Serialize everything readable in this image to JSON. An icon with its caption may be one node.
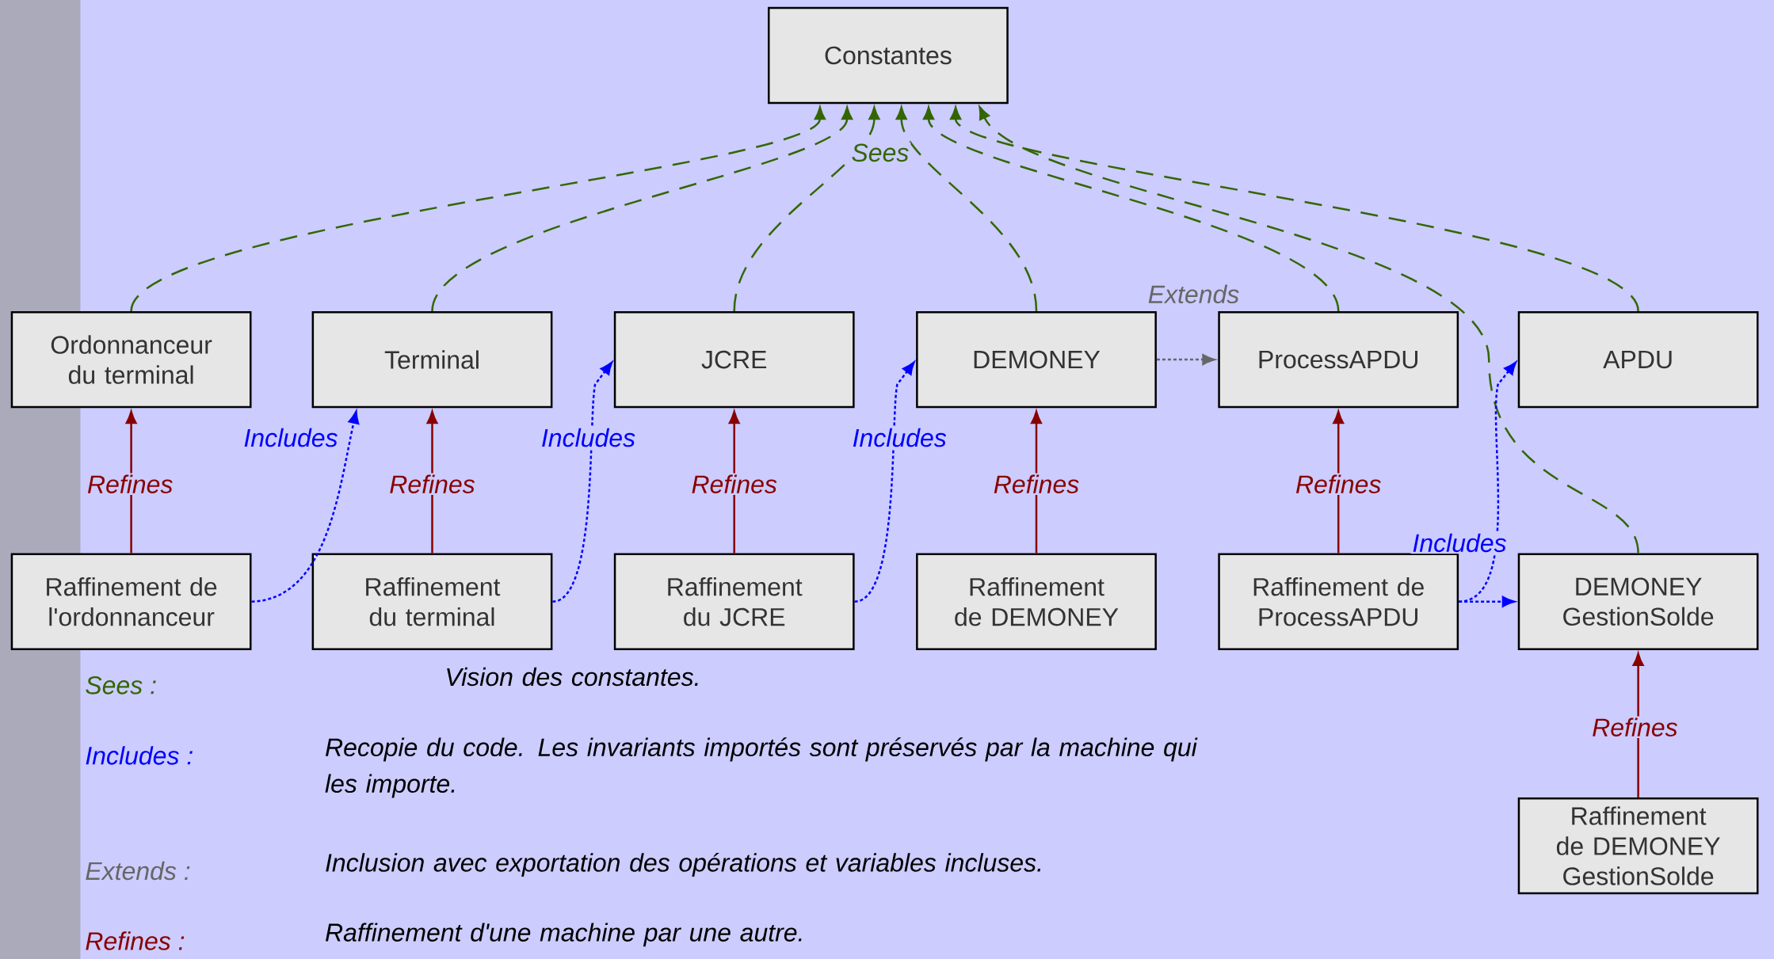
{
  "diagram": {
    "nodes": [
      {
        "text": [
          "Constantes"
        ]
      },
      {
        "text": [
          "Ordonnanceur du terminal"
        ]
      },
      {
        "text": [
          "Terminal"
        ]
      },
      {
        "text": [
          "JCRE"
        ]
      },
      {
        "text": [
          "DEMONEY"
        ]
      },
      {
        "text": [
          "ProcessAPDU"
        ]
      },
      {
        "text": [
          "APDU"
        ]
      },
      {
        "text": [
          "Raffinement de l'ordonnanceur"
        ]
      },
      {
        "text": [
          "Raffinement du terminal"
        ]
      },
      {
        "text": [
          "Raffinement du JCRE"
        ]
      },
      {
        "text": [
          "Raffinement de DEMONEY"
        ]
      },
      {
        "text": [
          "Raffinement de ProcessAPDU"
        ]
      },
      {
        "text": [
          "DEMONEY GestionSolde"
        ]
      },
      {
        "text": [
          "Raffinement de DEMONEY GestionSolde"
        ]
      }
    ],
    "edges": [
      {
        "from": 1,
        "to": 0,
        "arrow": "to",
        "style": "dashed",
        "color": "#336600"
      },
      {
        "from": 2,
        "to": 0,
        "arrow": "to",
        "style": "dashed",
        "color": "#336600"
      },
      {
        "from": 3,
        "to": 0,
        "arrow": "to",
        "style": "dashed",
        "color": "#336600"
      },
      {
        "from": 4,
        "to": 0,
        "arrow": "to",
        "style": "dashed",
        "color": "#336600",
        "label": "Sees"
      },
      {
        "from": 5,
        "to": 0,
        "arrow": "to",
        "style": "dashed",
        "color": "#336600"
      },
      {
        "from": 6,
        "to": 0,
        "arrow": "to",
        "style": "dashed",
        "color": "#336600"
      },
      {
        "from": 12,
        "to": 0,
        "arrow": "to",
        "style": "dashed",
        "color": "#336600"
      },
      {
        "from": 4,
        "to": 5,
        "arrow": "to",
        "style": "dashed",
        "color": "#666666",
        "label": "Extends"
      },
      {
        "from": 7,
        "to": 1,
        "arrow": "to",
        "color": "#880000",
        "label": "Refines"
      },
      {
        "from": 8,
        "to": 2,
        "arrow": "to",
        "color": "#880000",
        "label": "Refines"
      },
      {
        "from": 9,
        "to": 3,
        "arrow": "to",
        "color": "#880000",
        "label": "Refines"
      },
      {
        "from": 10,
        "to": 4,
        "arrow": "to",
        "color": "#880000",
        "label": "Refines"
      },
      {
        "from": 11,
        "to": 5,
        "arrow": "to",
        "color": "#880000",
        "label": "Refines"
      },
      {
        "from": 13,
        "to": 12,
        "arrow": "to",
        "color": "#880000",
        "label": "Refines"
      },
      {
        "from": 7,
        "to": 2,
        "arrow": "to",
        "style": "dashed",
        "color": "#0000ff",
        "label": "Includes"
      },
      {
        "from": 8,
        "to": 3,
        "arrow": "to",
        "style": "dashed",
        "color": "#0000ff",
        "label": "Includes"
      },
      {
        "from": 9,
        "to": 4,
        "arrow": "to",
        "style": "dashed",
        "color": "#0000ff",
        "label": "Includes"
      },
      {
        "from": 11,
        "to": 6,
        "arrow": "to",
        "style": "dashed",
        "color": "#0000ff",
        "label": "Includes"
      },
      {
        "from": 11,
        "to": 12,
        "arrow": "to",
        "style": "dashed",
        "color": "#0000ff"
      }
    ],
    "labels": [
      "Sees :",
      "Vision des constantes.",
      "Includes :",
      "Recopie du code. Les invariants importés sont préservés par la machine qui les importe.",
      "Extends :",
      "Inclusion avec exportation des opérations et variables incluses.",
      "Refines :",
      "Raffinement d'une machine par une autre."
    ]
  }
}
